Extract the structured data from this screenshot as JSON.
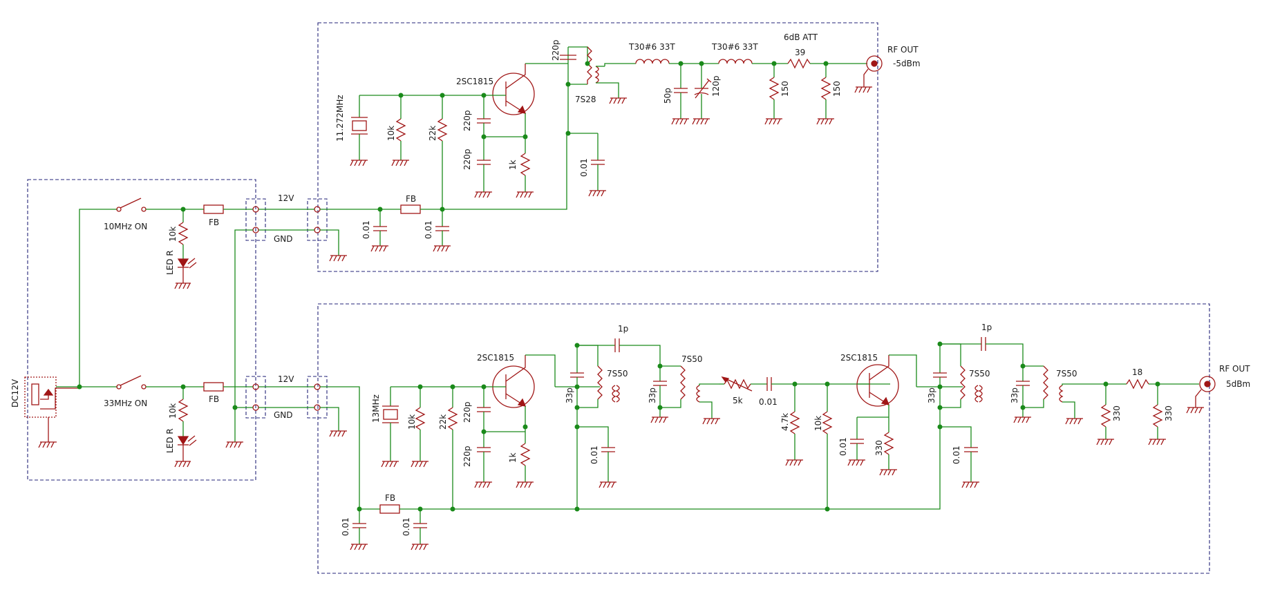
{
  "power": {
    "dc": "DC12V",
    "sw10": "10MHz ON",
    "sw33": "33MHz ON",
    "led": "LED R",
    "fb": "FB",
    "r10k": "10k",
    "v12": "12V",
    "gnd": "GND"
  },
  "osc10": {
    "crystal": "11.272MHz",
    "r1": "10k",
    "r2": "22k",
    "transistor": "2SC1815",
    "c1": "220p",
    "c2": "220p",
    "re": "1k",
    "cdec": "0.01",
    "ct": "220p",
    "xfmr": "7S28",
    "l1": "T30#6  33T",
    "l2": "T30#6  33T",
    "c50": "50p",
    "cv": "120p",
    "att": "6dB ATT",
    "ra": "39",
    "rb1": "150",
    "rb2": "150",
    "out": "RF OUT",
    "out_level": "-5dBm",
    "fb": "FB",
    "cb1": "0.01",
    "cb2": "0.01"
  },
  "osc33": {
    "crystal": "13MHz",
    "r1": "10k",
    "r2": "22k",
    "transistor": "2SC1815",
    "c1": "220p",
    "c2": "220p",
    "re": "1k",
    "ctank1": "33p",
    "xf1": "7S50",
    "cc1": "1p",
    "ctank2": "33p",
    "xf2": "7S50",
    "cd1": "0.01",
    "pot": "5k",
    "ccoup": "0.01",
    "rb1": "4.7k",
    "rb2": "10k",
    "transistor2": "2SC1815",
    "ce2": "0.01",
    "re2": "330",
    "ctank3": "33p",
    "xf3": "7S50",
    "cc2": "1p",
    "ctank4": "33p",
    "xf4": "7S50",
    "cd2": "0.01",
    "rs": "18",
    "rp1": "330",
    "rp2": "330",
    "out": "RF OUT",
    "out_level": "5dBm",
    "fb": "FB",
    "cb1": "0.01",
    "cb2": "0.01"
  }
}
